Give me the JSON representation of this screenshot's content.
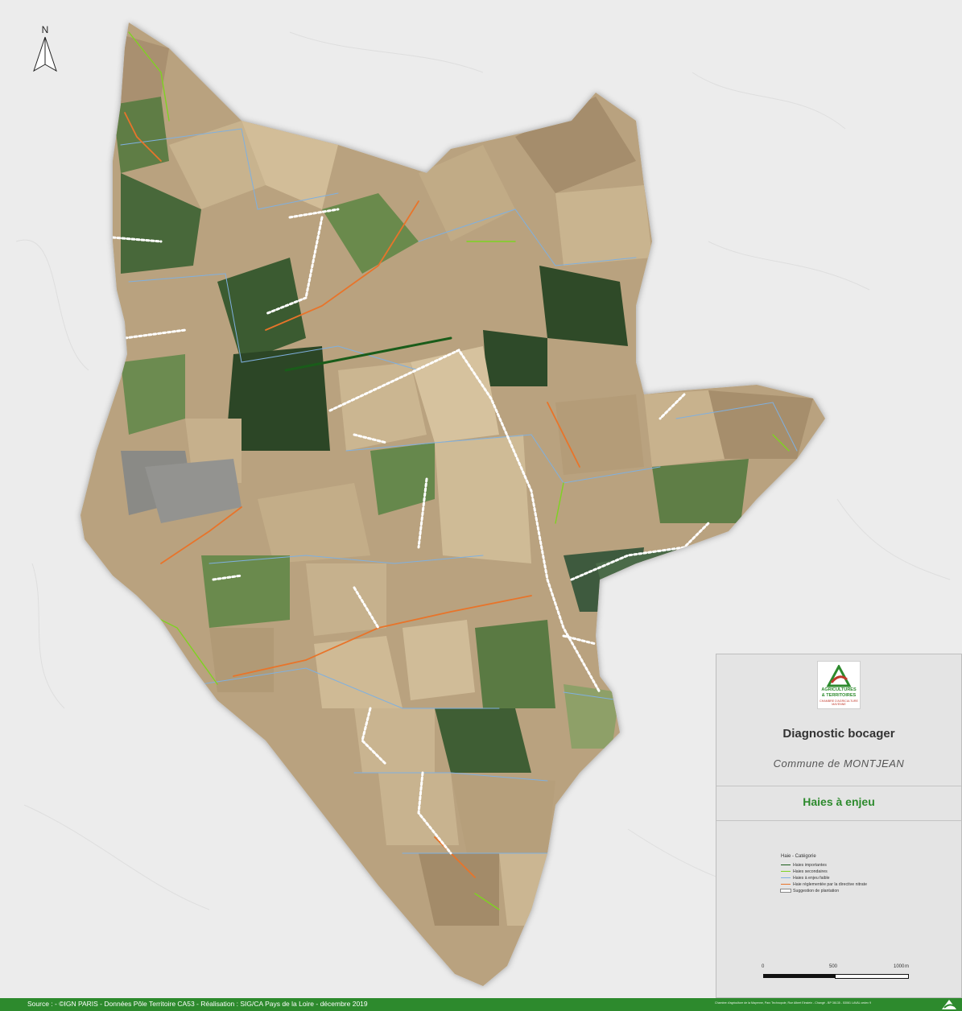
{
  "map": {
    "north_label": "N",
    "title": "Diagnostic bocager",
    "commune": "Commune de MONTJEAN",
    "subject": "Haies à enjeu",
    "colors": {
      "land_background": "#ececec",
      "commune_fields": "#b9a27f",
      "woodland": "#3f5f33",
      "pasture": "#6f8c4f",
      "village": "#8a8a86",
      "lake": "#3e5a3e",
      "accent_green": "#2d8a2d"
    }
  },
  "logo": {
    "line1": "AGRICULTURES",
    "line2": "& TERRITOIRES",
    "line3": "CHAMBRE D'AGRICULTURE MAYENNE"
  },
  "legend": {
    "title": "Haie - Catégorie",
    "items": [
      {
        "label": "Haies importantes",
        "color": "#1a5c1a",
        "style": "solid"
      },
      {
        "label": "Haies secondaires",
        "color": "#7ed321",
        "style": "solid"
      },
      {
        "label": "Haies à enjeu faible",
        "color": "#7fb0e0",
        "style": "solid"
      },
      {
        "label": "Haie réglementée par la directive nitrate",
        "color": "#e8742a",
        "style": "solid"
      },
      {
        "label": "Suggestion de plantation",
        "color": "#ffffff",
        "style": "dashed"
      }
    ]
  },
  "scale": {
    "labels": [
      "0",
      "500",
      "1000"
    ],
    "unit": "m"
  },
  "footer": {
    "source": "Source : - ©IGN PARIS - Données Pôle Territoire CA53 - Réalisation : SIG/CA Pays de la Loire - décembre 2019",
    "address": "Chambre d'agriculture de la Mayenne, Parc Technopole, Rue Albert Einstein - Changé - BP 36135 - 53061 LAVAL cedex 9"
  }
}
